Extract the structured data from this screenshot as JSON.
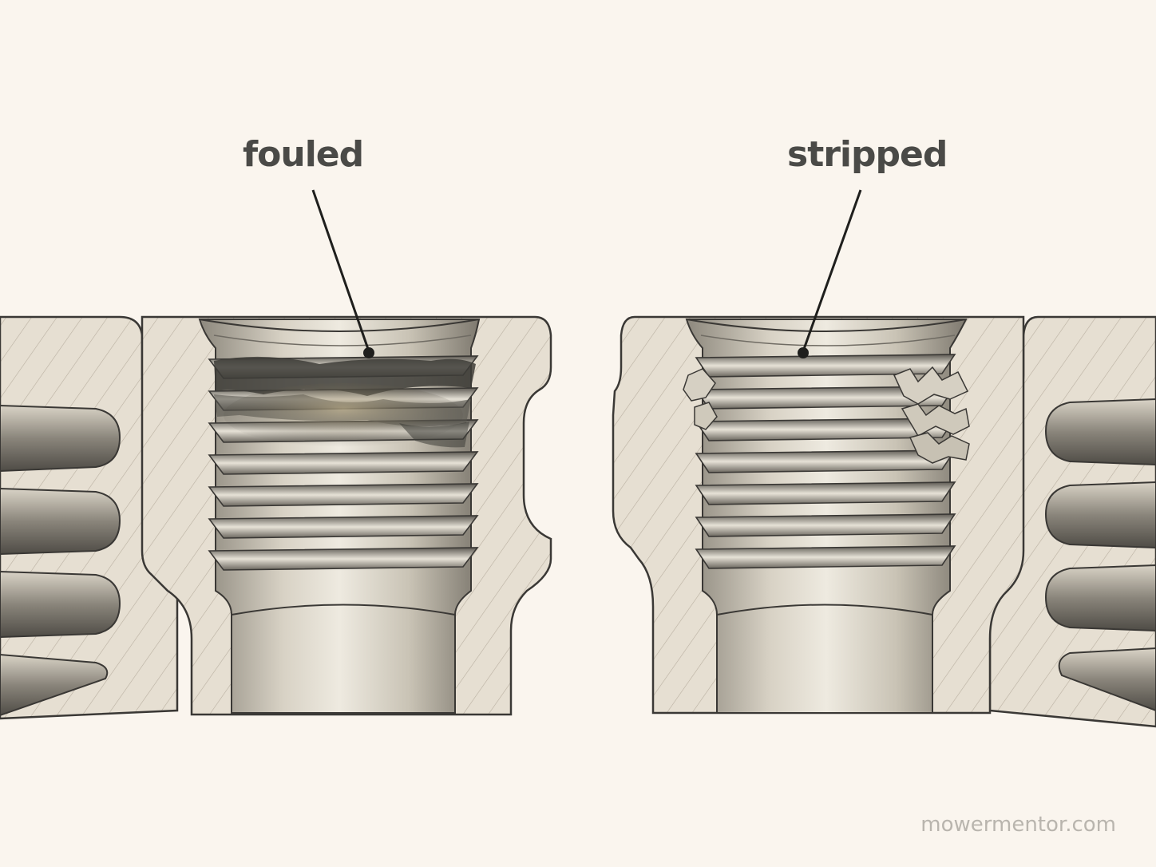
{
  "labels": {
    "left": "fouled",
    "right": "stripped"
  },
  "watermark": "mowermentor.com",
  "colors": {
    "background": "#faf5ee",
    "metal_section": "#e4ddd0",
    "outline": "#3a3835",
    "text": "#4a4a47",
    "fouling_deposit": "#3d3c37"
  }
}
